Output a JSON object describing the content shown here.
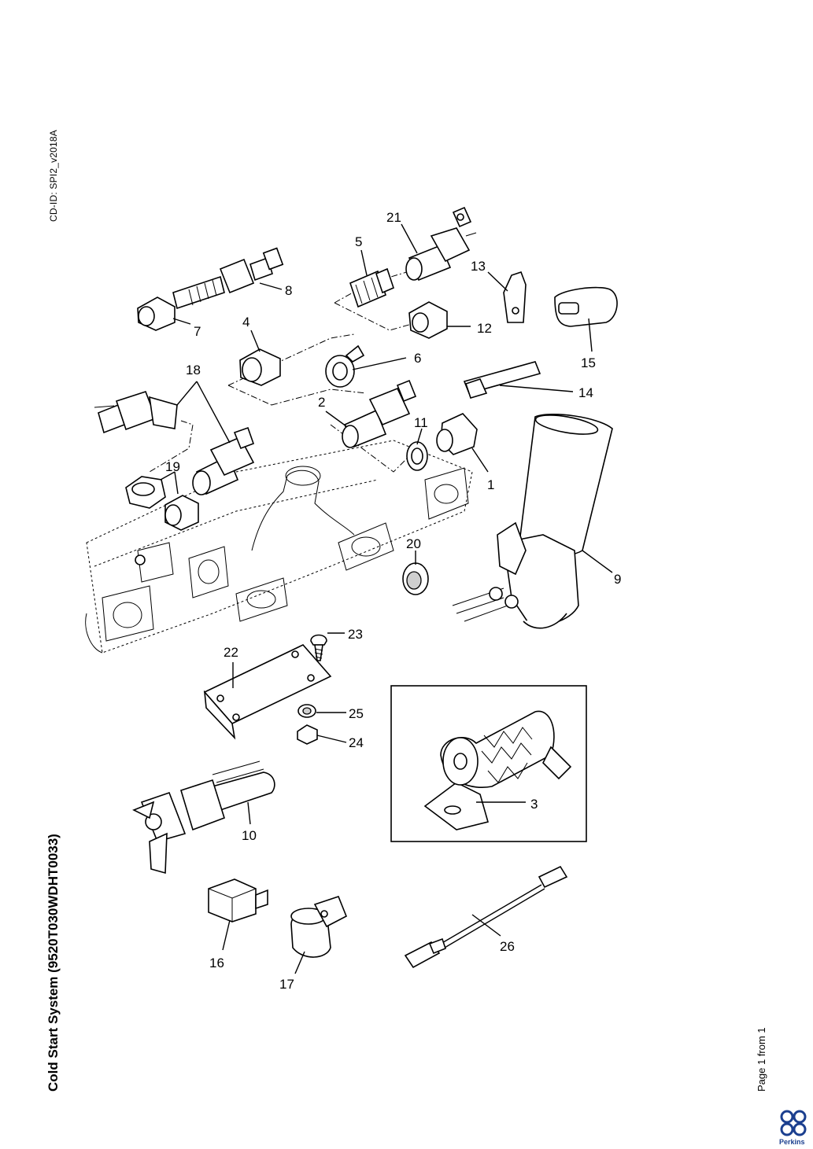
{
  "page": {
    "cd_id": "CD-ID: SPI2_v2018A",
    "title": "Cold Start System (9520T030WDHT0033)",
    "page_number": "Page 1 from 1",
    "logo_text": "Perkins",
    "brand_color": "#1b3f8f"
  },
  "callouts": {
    "c1": "1",
    "c2": "2",
    "c3": "3",
    "c4": "4",
    "c5": "5",
    "c6": "6",
    "c7": "7",
    "c8": "8",
    "c9": "9",
    "c10": "10",
    "c11": "11",
    "c12": "12",
    "c13": "13",
    "c14": "14",
    "c15": "15",
    "c16": "16",
    "c17": "17",
    "c18": "18",
    "c19": "19",
    "c20": "20",
    "c21": "21",
    "c22": "22",
    "c23": "23",
    "c24": "24",
    "c25": "25",
    "c26": "26"
  }
}
